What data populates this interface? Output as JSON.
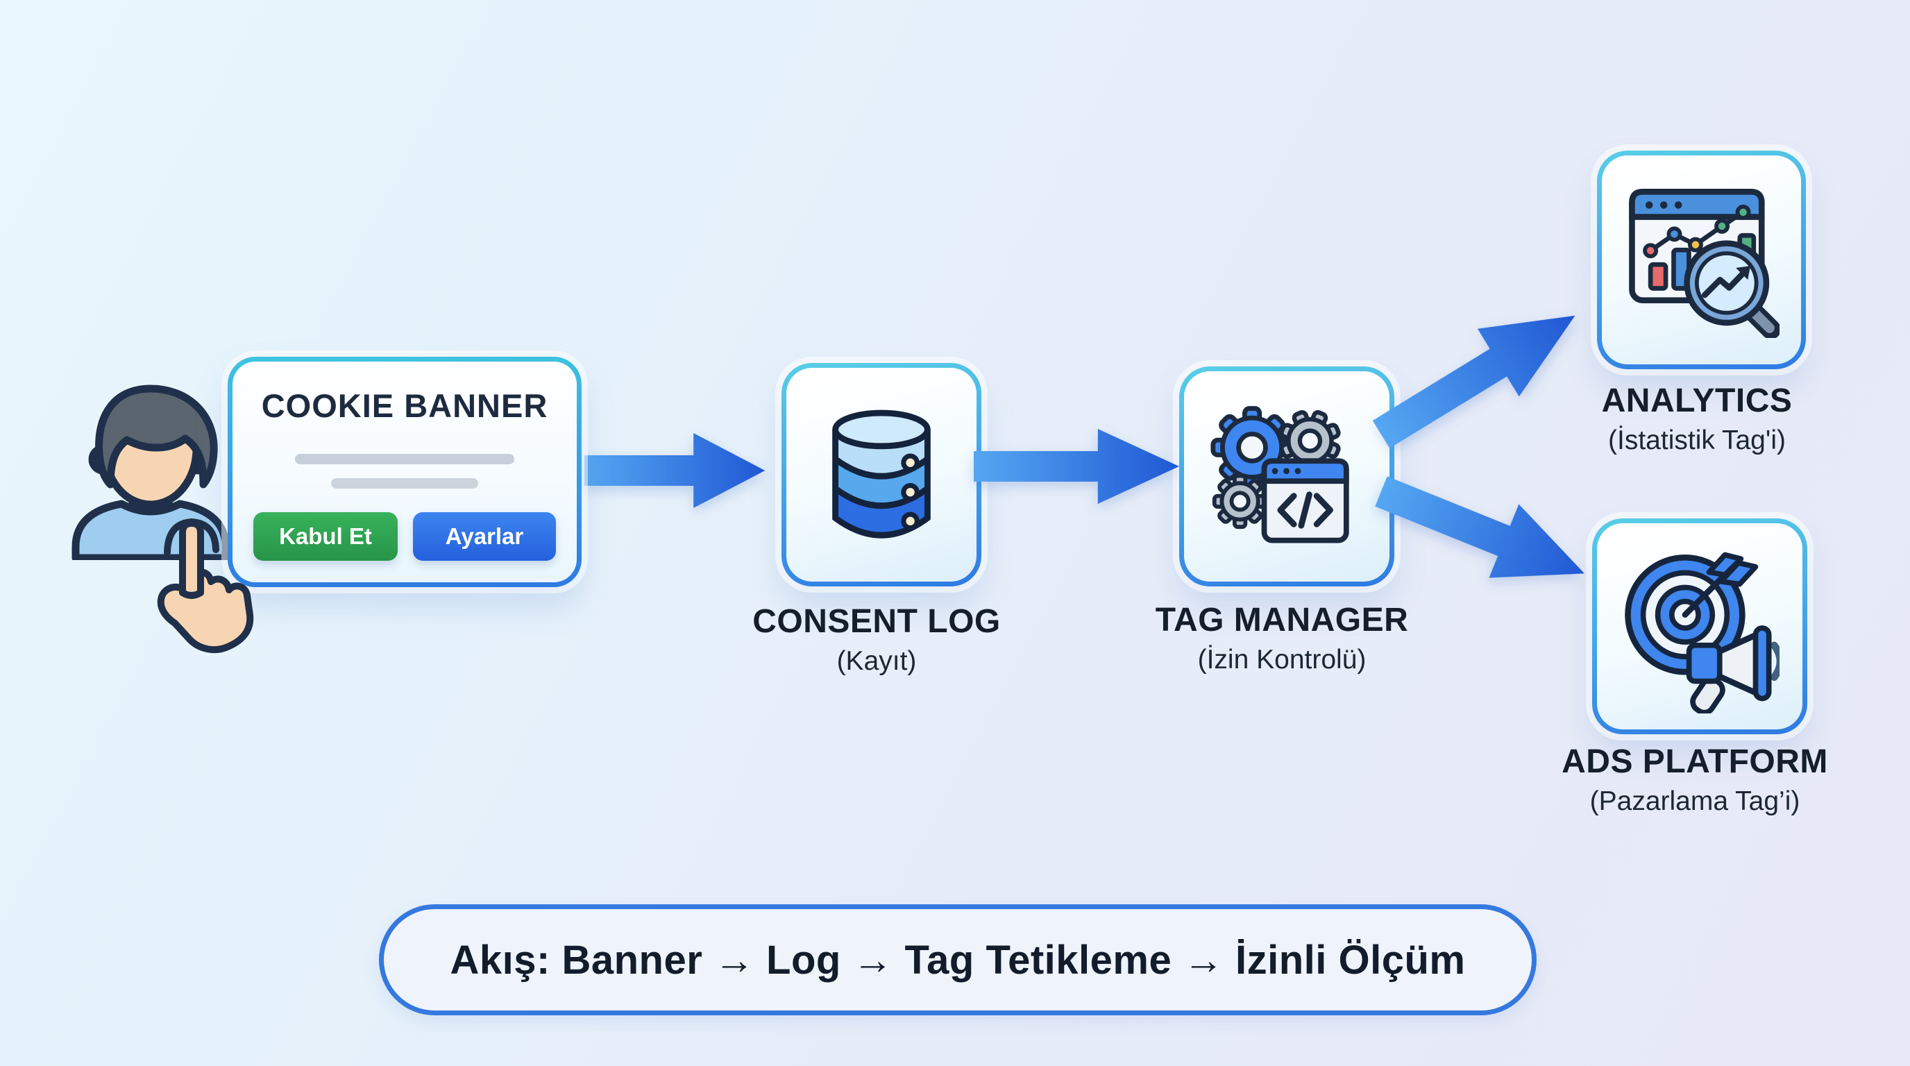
{
  "cookie_banner": {
    "title": "COOKIE BANNER",
    "icon": "user-click-icon",
    "buttons": [
      {
        "label": "Kabul Et",
        "color": "#2fa14e"
      },
      {
        "label": "Ayarlar",
        "color": "#2d6fe3"
      }
    ]
  },
  "nodes": [
    {
      "id": "consent_log",
      "label": "CONSENT LOG",
      "sublabel": "(Kayıt)",
      "icon": "database-icon"
    },
    {
      "id": "tag_manager",
      "label": "TAG MANAGER",
      "sublabel": "(İzin Kontrolü)",
      "icon": "gears-code-icon"
    },
    {
      "id": "analytics",
      "label": "ANALYTICS",
      "sublabel": "(İstatistik Tag'i)",
      "icon": "analytics-chart-icon"
    },
    {
      "id": "ads_platform",
      "label": "ADS PLATFORM",
      "sublabel": "(Pazarlama Tag’i)",
      "icon": "target-megaphone-icon"
    }
  ],
  "flow_summary": {
    "text": "Akış: Banner → Log → Tag Tetikleme → İzinli Ölçüm"
  },
  "colors": {
    "background_from": "#e9f6fd",
    "background_to": "#e7e9f6",
    "arrow_blue": "#2f7ae2",
    "accent_cyan": "#3ec5e0",
    "accent_blue": "#2e7ae2",
    "button_green": "#2fa14e",
    "button_blue": "#2d6fe3",
    "label_dark": "#151e2b"
  }
}
